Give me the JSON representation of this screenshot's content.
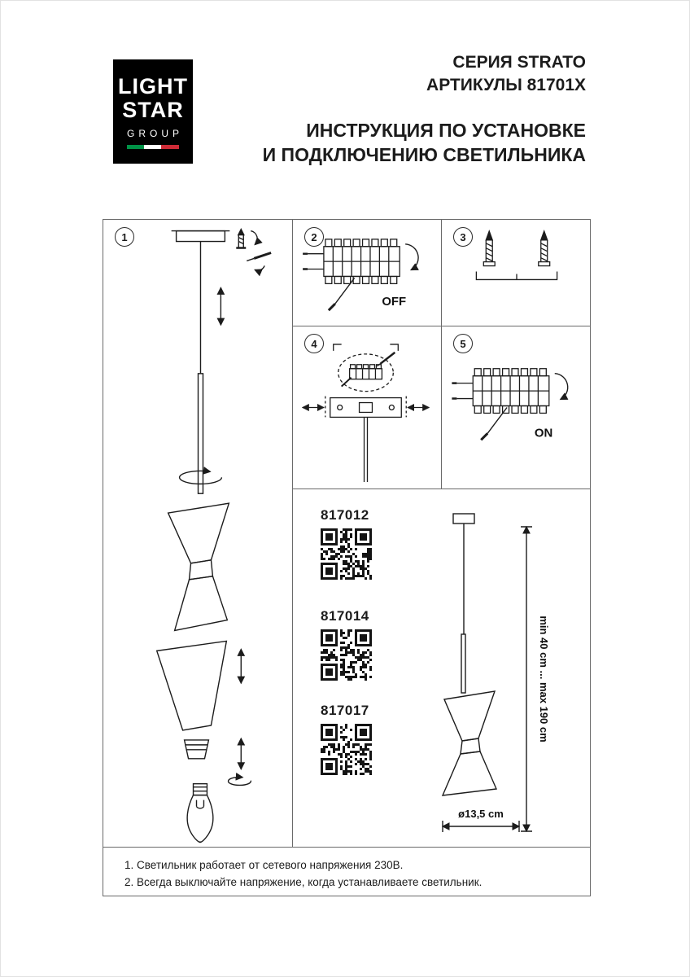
{
  "header": {
    "logo_line1": "LIGHT",
    "logo_line2": "STAR",
    "logo_line3": "GROUP",
    "flag_colors": [
      "#009246",
      "#ffffff",
      "#ce2b37"
    ],
    "series": "СЕРИЯ STRATO",
    "articles": "АРТИКУЛЫ 81701X",
    "title1": "ИНСТРУКЦИЯ ПО УСТАНОВКЕ",
    "title2": "И ПОДКЛЮЧЕНИЮ СВЕТИЛЬНИКА"
  },
  "panels": {
    "p1": "1",
    "p2": "2",
    "p3": "3",
    "p4": "4",
    "p5": "5",
    "off_label": "OFF",
    "on_label": "ON"
  },
  "products": [
    {
      "article": "817012"
    },
    {
      "article": "817014"
    },
    {
      "article": "817017"
    }
  ],
  "dimensions": {
    "height_range": "min 40 cm ... max 190 cm",
    "diameter": "ø13,5 cm"
  },
  "notes": [
    "1. Светильник работает от сетевого напряжения 230В.",
    "2. Всегда выключайте напряжение, когда устанавливаете светильник."
  ],
  "ink_color": "#1c1c1c"
}
